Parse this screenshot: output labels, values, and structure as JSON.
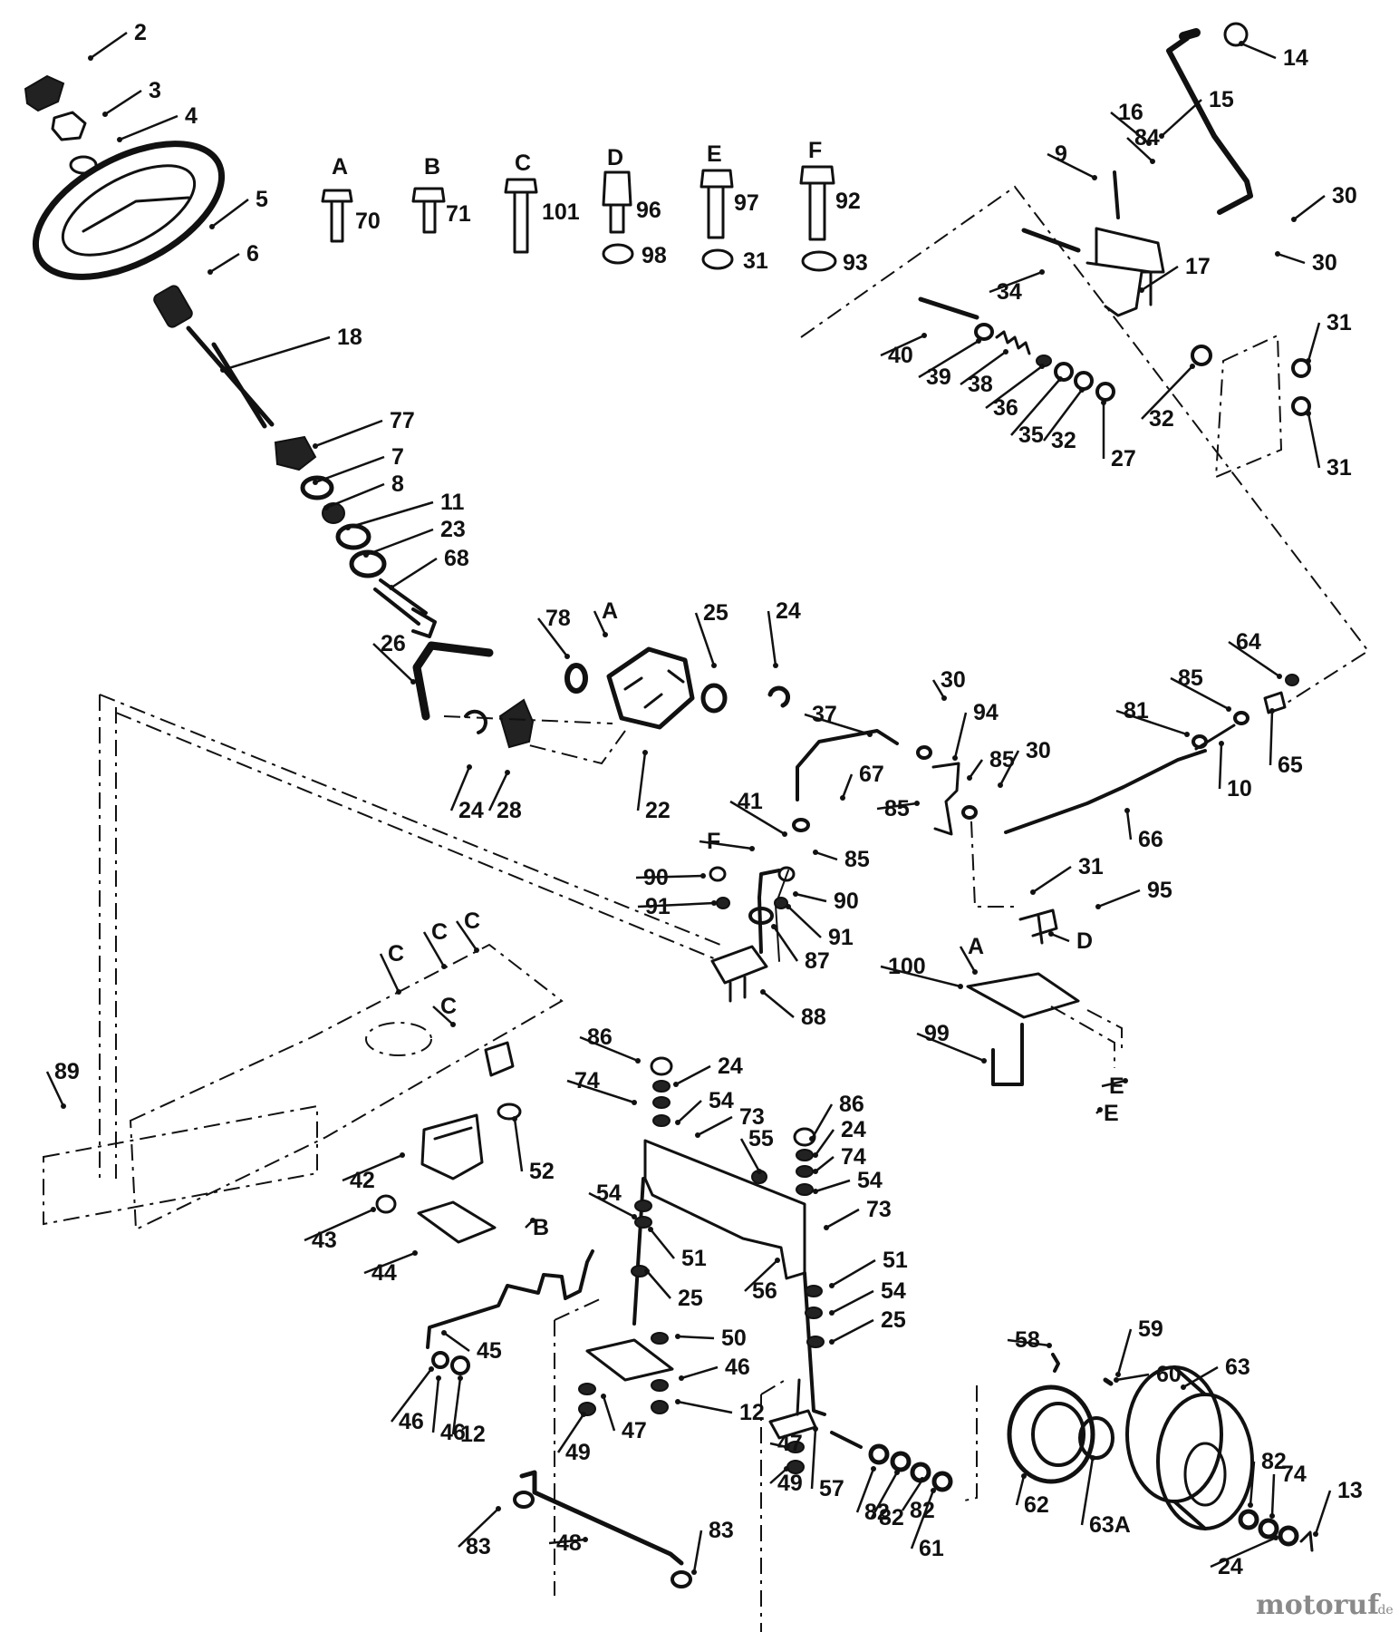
{
  "watermark": {
    "brand_main": "motoruf",
    "brand_tld": ".de"
  },
  "hardware_sets": [
    {
      "letter": "A",
      "bolt": "70"
    },
    {
      "letter": "B",
      "bolt": "71"
    },
    {
      "letter": "C",
      "bolt": "101"
    },
    {
      "letter": "D",
      "bolt": "96",
      "nut": "98"
    },
    {
      "letter": "E",
      "bolt": "97",
      "nut": "31"
    },
    {
      "letter": "F",
      "bolt": "92",
      "nut": "93"
    }
  ],
  "callouts": [
    "2",
    "3",
    "4",
    "5",
    "6",
    "18",
    "77",
    "7",
    "8",
    "11",
    "23",
    "68",
    "14",
    "15",
    "16",
    "84",
    "9",
    "30",
    "30",
    "17",
    "34",
    "40",
    "39",
    "38",
    "36",
    "35",
    "32",
    "27",
    "32",
    "31",
    "31",
    "26",
    "78",
    "A",
    "25",
    "24",
    "24",
    "28",
    "22",
    "64",
    "85",
    "81",
    "65",
    "10",
    "37",
    "30",
    "94",
    "67",
    "85",
    "30",
    "85",
    "66",
    "41",
    "F",
    "85",
    "90",
    "91",
    "90",
    "91",
    "87",
    "88",
    "31",
    "95",
    "D",
    "A",
    "100",
    "99",
    "E",
    "E",
    "C",
    "C",
    "C",
    "C",
    "89",
    "86",
    "24",
    "74",
    "54",
    "73",
    "55",
    "52",
    "42",
    "43",
    "B",
    "44",
    "86",
    "24",
    "74",
    "54",
    "73",
    "54",
    "51",
    "25",
    "56",
    "51",
    "54",
    "25",
    "45",
    "46",
    "50",
    "46",
    "12",
    "46",
    "12",
    "47",
    "49",
    "83",
    "48",
    "83",
    "47",
    "49",
    "57",
    "82",
    "82",
    "82",
    "61",
    "58",
    "59",
    "60",
    "63",
    "62",
    "63A",
    "82",
    "74",
    "13",
    "24"
  ]
}
